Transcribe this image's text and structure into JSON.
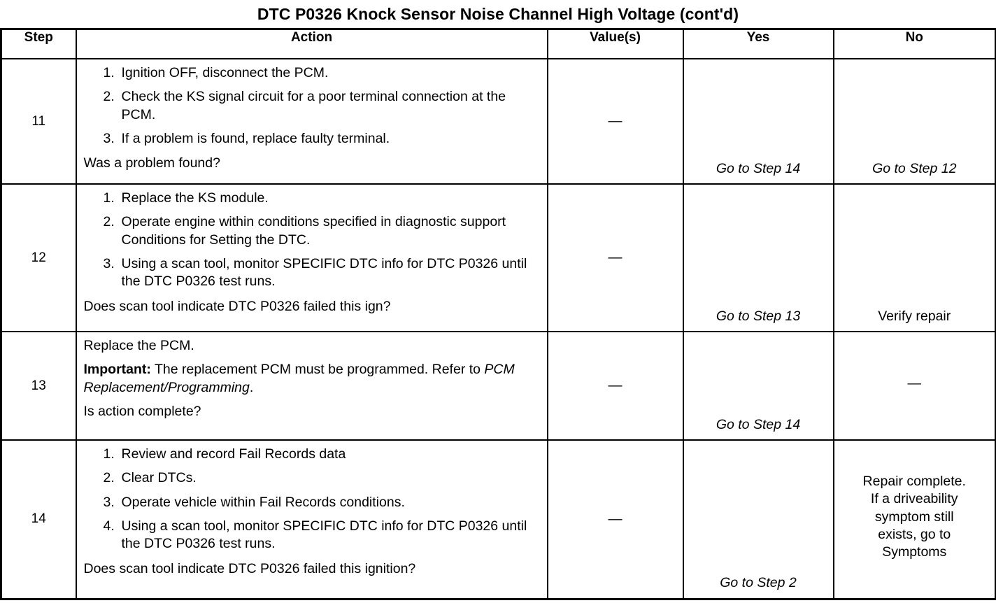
{
  "document": {
    "title": "DTC P0326 Knock Sensor Noise Channel High Voltage (cont'd)"
  },
  "table": {
    "headers": {
      "step": "Step",
      "action": "Action",
      "value": "Value(s)",
      "yes": "Yes",
      "no": "No"
    },
    "rows": [
      {
        "step": "11",
        "action": {
          "items": [
            {
              "num": "1.",
              "text": "Ignition OFF, disconnect the PCM."
            },
            {
              "num": "2.",
              "text": "Check the KS signal circuit for a poor terminal connection at the PCM."
            },
            {
              "num": "3.",
              "text": "If a problem is found, replace faulty terminal."
            }
          ],
          "question": "Was a problem found?"
        },
        "value": "—",
        "yes": "Go to Step 14",
        "yes_style": "italic",
        "no": "Go to Step 12",
        "no_style": "italic"
      },
      {
        "step": "12",
        "action": {
          "items": [
            {
              "num": "1.",
              "text": "Replace the KS module."
            },
            {
              "num": "2.",
              "text": "Operate engine within conditions specified in diagnostic support Conditions for Setting the DTC."
            },
            {
              "num": "3.",
              "text": "Using a scan tool, monitor SPECIFIC DTC info for DTC P0326 until the DTC P0326 test runs."
            }
          ],
          "question": "Does scan tool indicate DTC P0326 failed this ign?"
        },
        "value": "—",
        "yes": "Go to Step 13",
        "yes_style": "italic",
        "no": "Verify repair",
        "no_style": "normal"
      },
      {
        "step": "13",
        "action": {
          "paragraphs": [
            {
              "lead": "",
              "text": "Replace the PCM."
            },
            {
              "lead": "Important:",
              "text": " The replacement PCM must be programmed. Refer to ",
              "emphasis": "PCM Replacement/Programming",
              "tail": "."
            }
          ],
          "question": "Is action complete?"
        },
        "value": "—",
        "yes": "Go to Step 14",
        "yes_style": "italic",
        "no": "—",
        "no_style": "normal"
      },
      {
        "step": "14",
        "action": {
          "items": [
            {
              "num": "1.",
              "text": "Review and record Fail Records data"
            },
            {
              "num": "2.",
              "text": "Clear DTCs."
            },
            {
              "num": "3.",
              "text": "Operate vehicle within Fail Records conditions."
            },
            {
              "num": "4.",
              "text": "Using a scan tool, monitor SPECIFIC DTC info for DTC P0326 until the DTC P0326 test runs."
            }
          ],
          "question": "Does scan tool indicate DTC P0326 failed this ignition?"
        },
        "value": "—",
        "yes": "Go to Step 2",
        "yes_style": "italic",
        "no_lines": [
          "Repair complete.",
          "If a driveability",
          "symptom still",
          "exists, go to",
          "Symptoms"
        ],
        "no_style": "normal"
      }
    ]
  }
}
